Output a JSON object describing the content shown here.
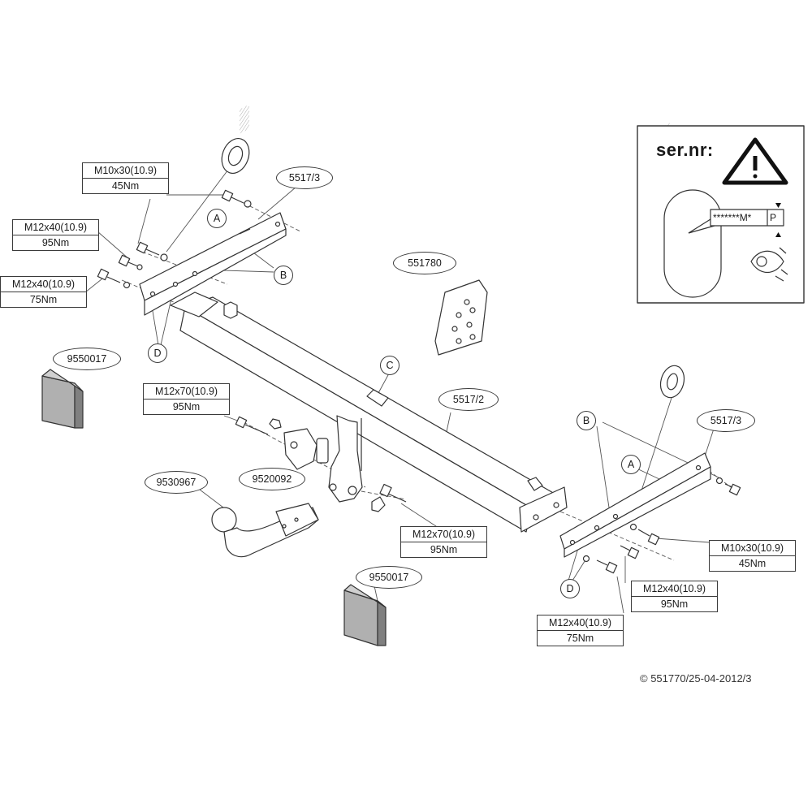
{
  "specs": {
    "m10_tl": {
      "size": "M10x30(10.9)",
      "torque": "45Nm"
    },
    "m12_tl": {
      "size": "M12x40(10.9)",
      "torque": "95Nm"
    },
    "m12_ml": {
      "size": "M12x40(10.9)",
      "torque": "75Nm"
    },
    "m12x70_l": {
      "size": "M12x70(10.9)",
      "torque": "95Nm"
    },
    "m12x70_c": {
      "size": "M12x70(10.9)",
      "torque": "95Nm"
    },
    "m10_r": {
      "size": "M10x30(10.9)",
      "torque": "45Nm"
    },
    "m12_r95": {
      "size": "M12x40(10.9)",
      "torque": "95Nm"
    },
    "m12_r75": {
      "size": "M12x40(10.9)",
      "torque": "75Nm"
    }
  },
  "parts": {
    "bracket_left": "5517/3",
    "bracket_right": "5517/3",
    "crossbar": "5517/2",
    "module": "551780",
    "spacer_top": "9550017",
    "spacer_bottom": "9550017",
    "ball": "9530967",
    "socket_plate": "9520092"
  },
  "callouts": {
    "a": "A",
    "b": "B",
    "c": "C",
    "d": "D"
  },
  "info_box": {
    "title": "ser.nr:",
    "code": "*******M*",
    "code_p": "P"
  },
  "copyright": "© 551770/25-04-2012/3"
}
